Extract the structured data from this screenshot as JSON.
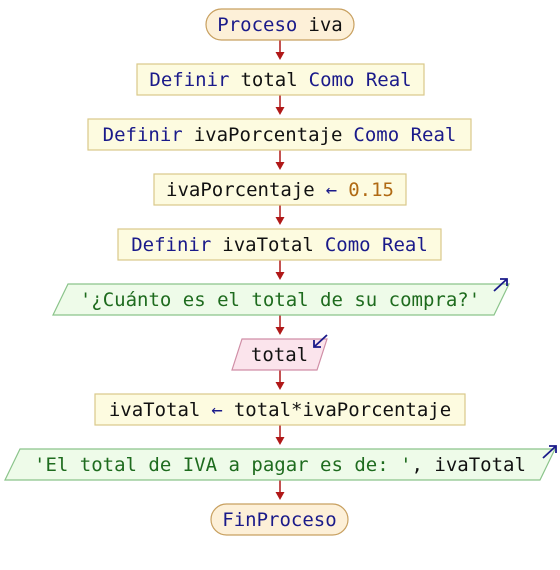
{
  "flowchart": {
    "start": {
      "keyword": "Proceso",
      "name": "iva"
    },
    "steps": [
      {
        "type": "define",
        "kw1": "Definir",
        "var": "total",
        "kw2": "Como Real"
      },
      {
        "type": "define",
        "kw1": "Definir",
        "var": "ivaPorcentaje",
        "kw2": "Como Real"
      },
      {
        "type": "assign",
        "var": "ivaPorcentaje",
        "arrow": "←",
        "value": "0.15"
      },
      {
        "type": "define",
        "kw1": "Definir",
        "var": "ivaTotal",
        "kw2": "Como Real"
      },
      {
        "type": "output",
        "text": "'¿Cuánto es el total de su compra?'"
      },
      {
        "type": "input",
        "var": "total"
      },
      {
        "type": "assign",
        "var": "ivaTotal",
        "arrow": "←",
        "expr": "total*ivaPorcentaje"
      },
      {
        "type": "output",
        "text": "'El total de IVA a pagar es de: '",
        "extra": ", ivaTotal"
      }
    ],
    "end": {
      "keyword": "FinProceso"
    }
  },
  "colors": {
    "terminal_fill": "#fdf0d8",
    "terminal_stroke": "#c8a060",
    "process_fill": "#fdfbe0",
    "process_stroke": "#d9c98a",
    "output_fill": "#eefbe9",
    "output_stroke": "#8bc48b",
    "input_fill": "#fbe4ec",
    "input_stroke": "#d08ea6",
    "arrow": "#b01818",
    "io_marker": "#1a1a8a"
  }
}
